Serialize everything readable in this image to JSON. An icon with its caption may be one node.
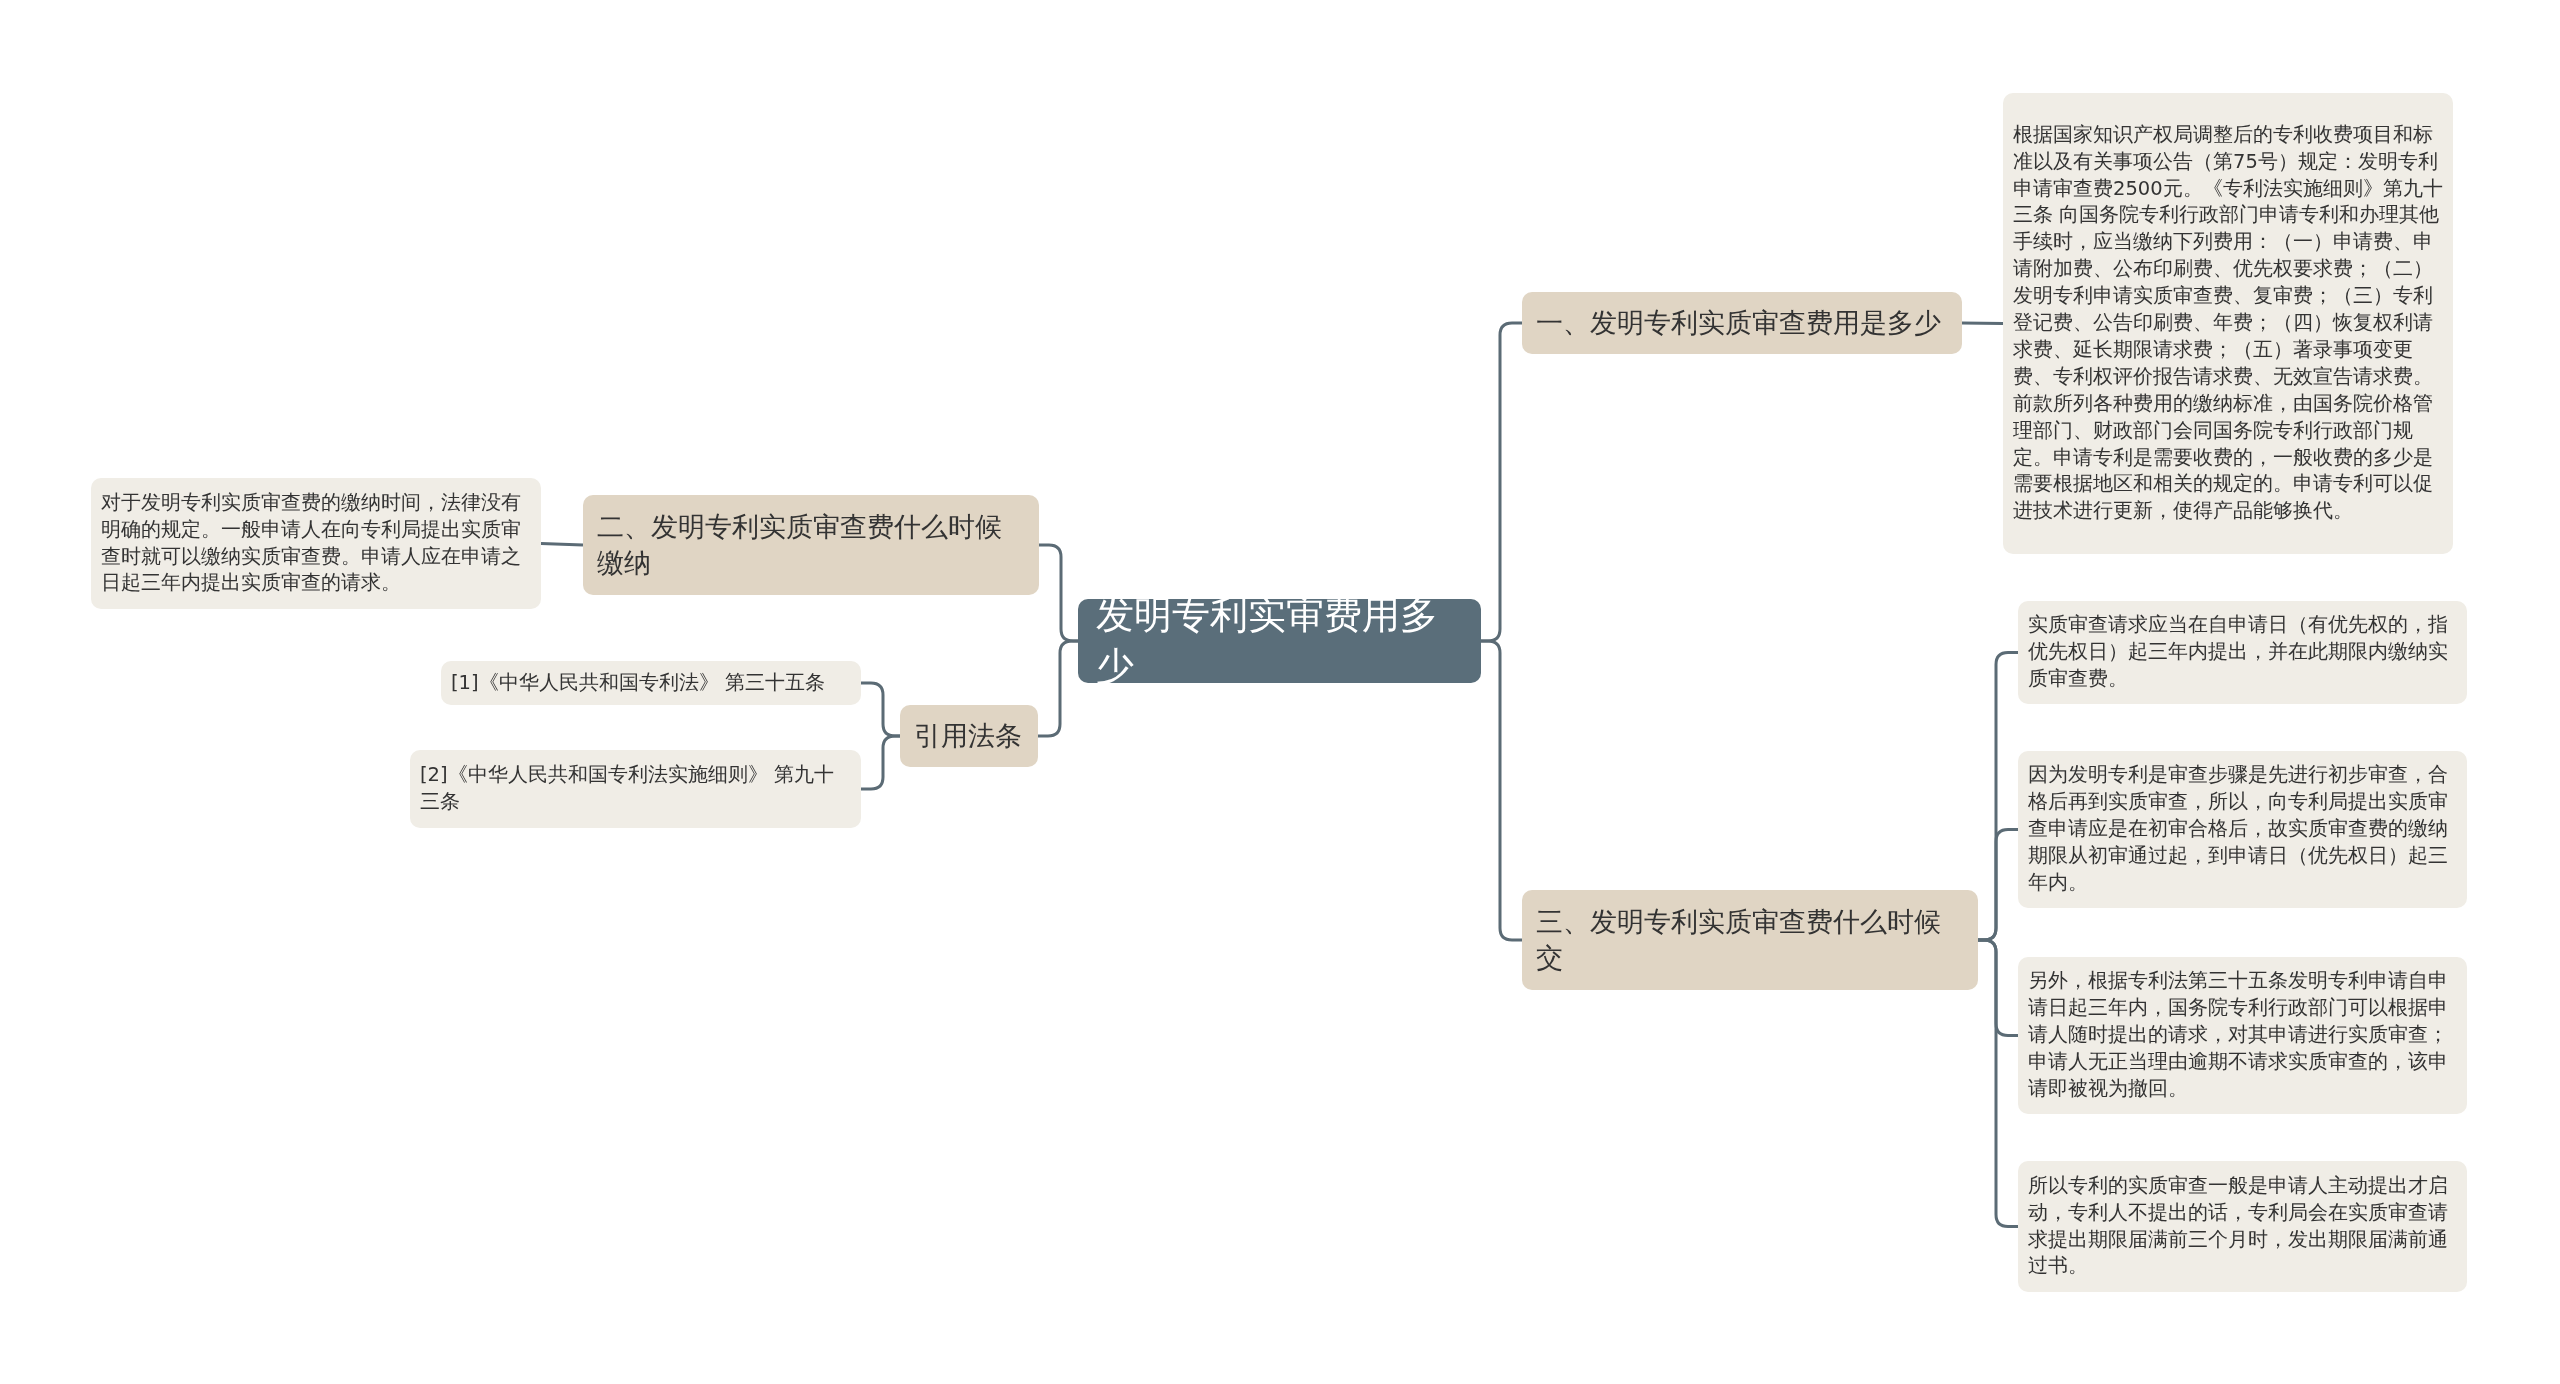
{
  "diagram": {
    "nodes": [
      {
        "text": [
          "发明专利实审费用多少"
        ]
      },
      {
        "text": [
          "一、发明专利实质审查费用是多少"
        ]
      },
      {
        "text": [
          "根据国家知识产权局调整后的专利收费项目和标准以及有关事项公告（第75号）规定：发明专利申请审查费2500元。《专利法实施细则》第九十三条 向国务院专利行政部门申请专利和办理其他手续时，应当缴纳下列费用：（一）申请费、申请附加费、公布印刷费、优先权要求费；（二）发明专利申请实质审查费、复审费；（三）专利登记费、公告印刷费、年费；（四）恢复权利请求费、延长期限请求费；（五）著录事项变更费、专利权评价报告请求费、无效宣告请求费。前款所列各种费用的缴纳标准，由国务院价格管理部门、财政部门会同国务院专利行政部门规定。申请专利是需要收费的，一般收费的多少是需要根据地区和相关的规定的。申请专利可以促进技术进行更新，使得产品能够换代。"
        ]
      },
      {
        "text": [
          "二、发明专利实质审查费什么时候缴纳"
        ]
      },
      {
        "text": [
          "对于发明专利实质审查费的缴纳时间，法律没有明确的规定。一般申请人在向专利局提出实质审查时就可以缴纳实质审查费。申请人应在申请之日起三年内提出实质审查的请求。"
        ]
      },
      {
        "text": [
          "引用法条"
        ]
      },
      {
        "text": [
          "[1]《中华人民共和国专利法》 第三十五条"
        ]
      },
      {
        "text": [
          "[2]《中华人民共和国专利法实施细则》 第九十三条"
        ]
      },
      {
        "text": [
          "三、发明专利实质审查费什么时候交"
        ]
      },
      {
        "text": [
          "实质审查请求应当在自申请日（有优先权的，指优先权日）起三年内提出，并在此期限内缴纳实质审查费。"
        ]
      },
      {
        "text": [
          "因为发明专利是审查步骤是先进行初步审查，合格后再到实质审查，所以，向专利局提出实质审查申请应是在初审合格后，故实质审查费的缴纳期限从初审通过起，到申请日（优先权日）起三年内。"
        ]
      },
      {
        "text": [
          "另外，根据专利法第三十五条发明专利申请自申请日起三年内，国务院专利行政部门可以根据申请人随时提出的请求，对其申请进行实质审查；申请人无正当理由逾期不请求实质审查的，该申请即被视为撤回。"
        ]
      },
      {
        "text": [
          "所以专利的实质审查一般是申请人主动提出才启动，专利人不提出的话，专利局会在实质审查请求提出期限届满前三个月时，发出期限届满前通过书。"
        ]
      }
    ],
    "edges": [
      {
        "from": 0,
        "to": 1,
        "arrow": "none"
      },
      {
        "from": 1,
        "to": 2,
        "arrow": "none"
      },
      {
        "from": 0,
        "to": 3,
        "arrow": "none"
      },
      {
        "from": 3,
        "to": 4,
        "arrow": "none"
      },
      {
        "from": 0,
        "to": 5,
        "arrow": "none"
      },
      {
        "from": 5,
        "to": 6,
        "arrow": "none"
      },
      {
        "from": 5,
        "to": 7,
        "arrow": "none"
      },
      {
        "from": 0,
        "to": 8,
        "arrow": "none"
      },
      {
        "from": 8,
        "to": 9,
        "arrow": "none"
      },
      {
        "from": 8,
        "to": 10,
        "arrow": "none"
      },
      {
        "from": 8,
        "to": 11,
        "arrow": "none"
      },
      {
        "from": 8,
        "to": 12,
        "arrow": "none"
      }
    ]
  }
}
